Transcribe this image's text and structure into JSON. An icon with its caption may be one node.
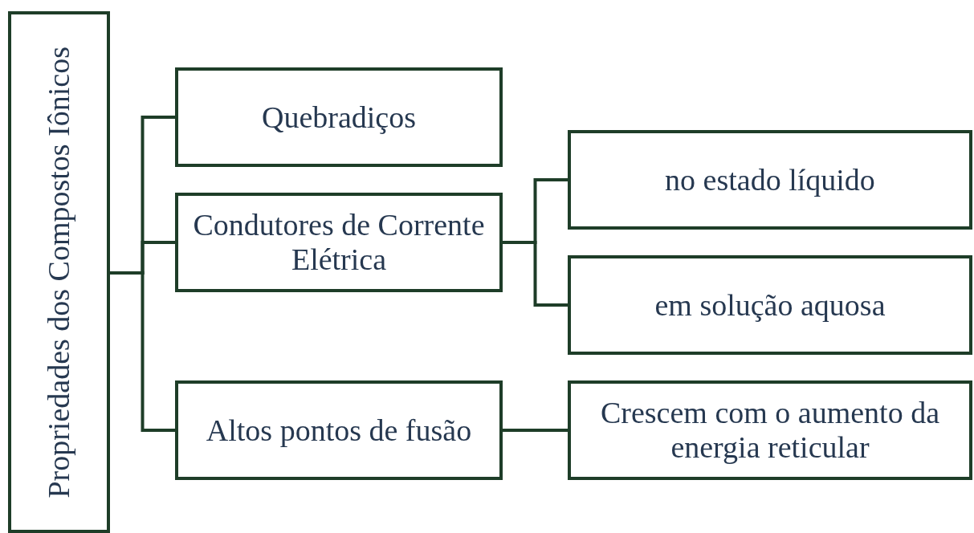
{
  "diagram": {
    "nodes": [
      {
        "text": [
          "Propriedades dos Compostos Iônicos"
        ]
      },
      {
        "text": [
          "Quebradiços"
        ]
      },
      {
        "text": [
          "Condutores de Corrente Elétrica"
        ]
      },
      {
        "text": [
          "Altos pontos de fusão"
        ]
      },
      {
        "text": [
          "no estado líquido"
        ]
      },
      {
        "text": [
          "em solução aquosa"
        ]
      },
      {
        "text": [
          "Crescem com o aumento da energia reticular"
        ]
      }
    ],
    "edges": [
      {
        "from": 0,
        "to": 1,
        "arrow": "none"
      },
      {
        "from": 0,
        "to": 2,
        "arrow": "none"
      },
      {
        "from": 0,
        "to": 3,
        "arrow": "none"
      },
      {
        "from": 2,
        "to": 4,
        "arrow": "none"
      },
      {
        "from": 2,
        "to": 5,
        "arrow": "none"
      },
      {
        "from": 3,
        "to": 6,
        "arrow": "none"
      }
    ]
  }
}
